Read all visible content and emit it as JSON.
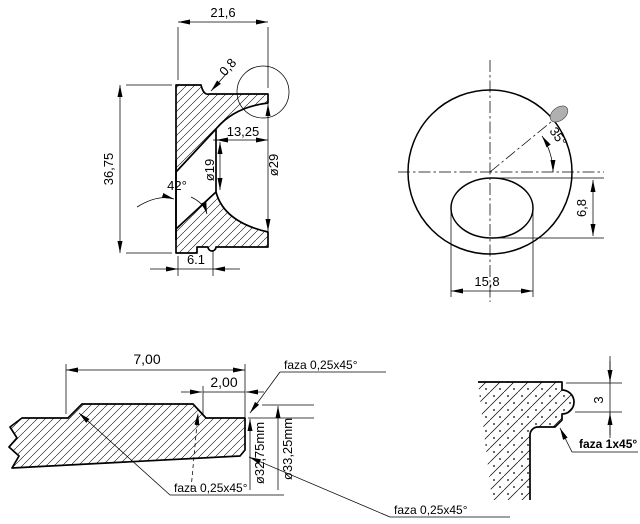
{
  "colors": {
    "line": "#000000",
    "background": "#ffffff",
    "detail_highlight": "#b0b0b0"
  },
  "section_view": {
    "width_top": "21,6",
    "groove": "0,8",
    "height": "36,75",
    "pocket_depth": "13,25",
    "bore_diameter": "ø19",
    "sphere_diameter": "ø29",
    "cone_angle": "42°",
    "hub_width": "6.1"
  },
  "front_view": {
    "port_angle": "35°",
    "slot_height": "6,8",
    "slot_width": "15,8"
  },
  "ring_view": {
    "length": "7,00",
    "step_length": "2,00",
    "chamfer_top_right": "faza 0,25x45°",
    "chamfer_left_pair": "faza 0,25x45°",
    "chamfer_bottom_right": "faza 0,25x45°",
    "inner_diameter": "ø32,75mm",
    "outer_diameter": "ø33,25mm"
  },
  "detail_view": {
    "groove_height": "3",
    "chamfer": "faza 1x45°"
  }
}
